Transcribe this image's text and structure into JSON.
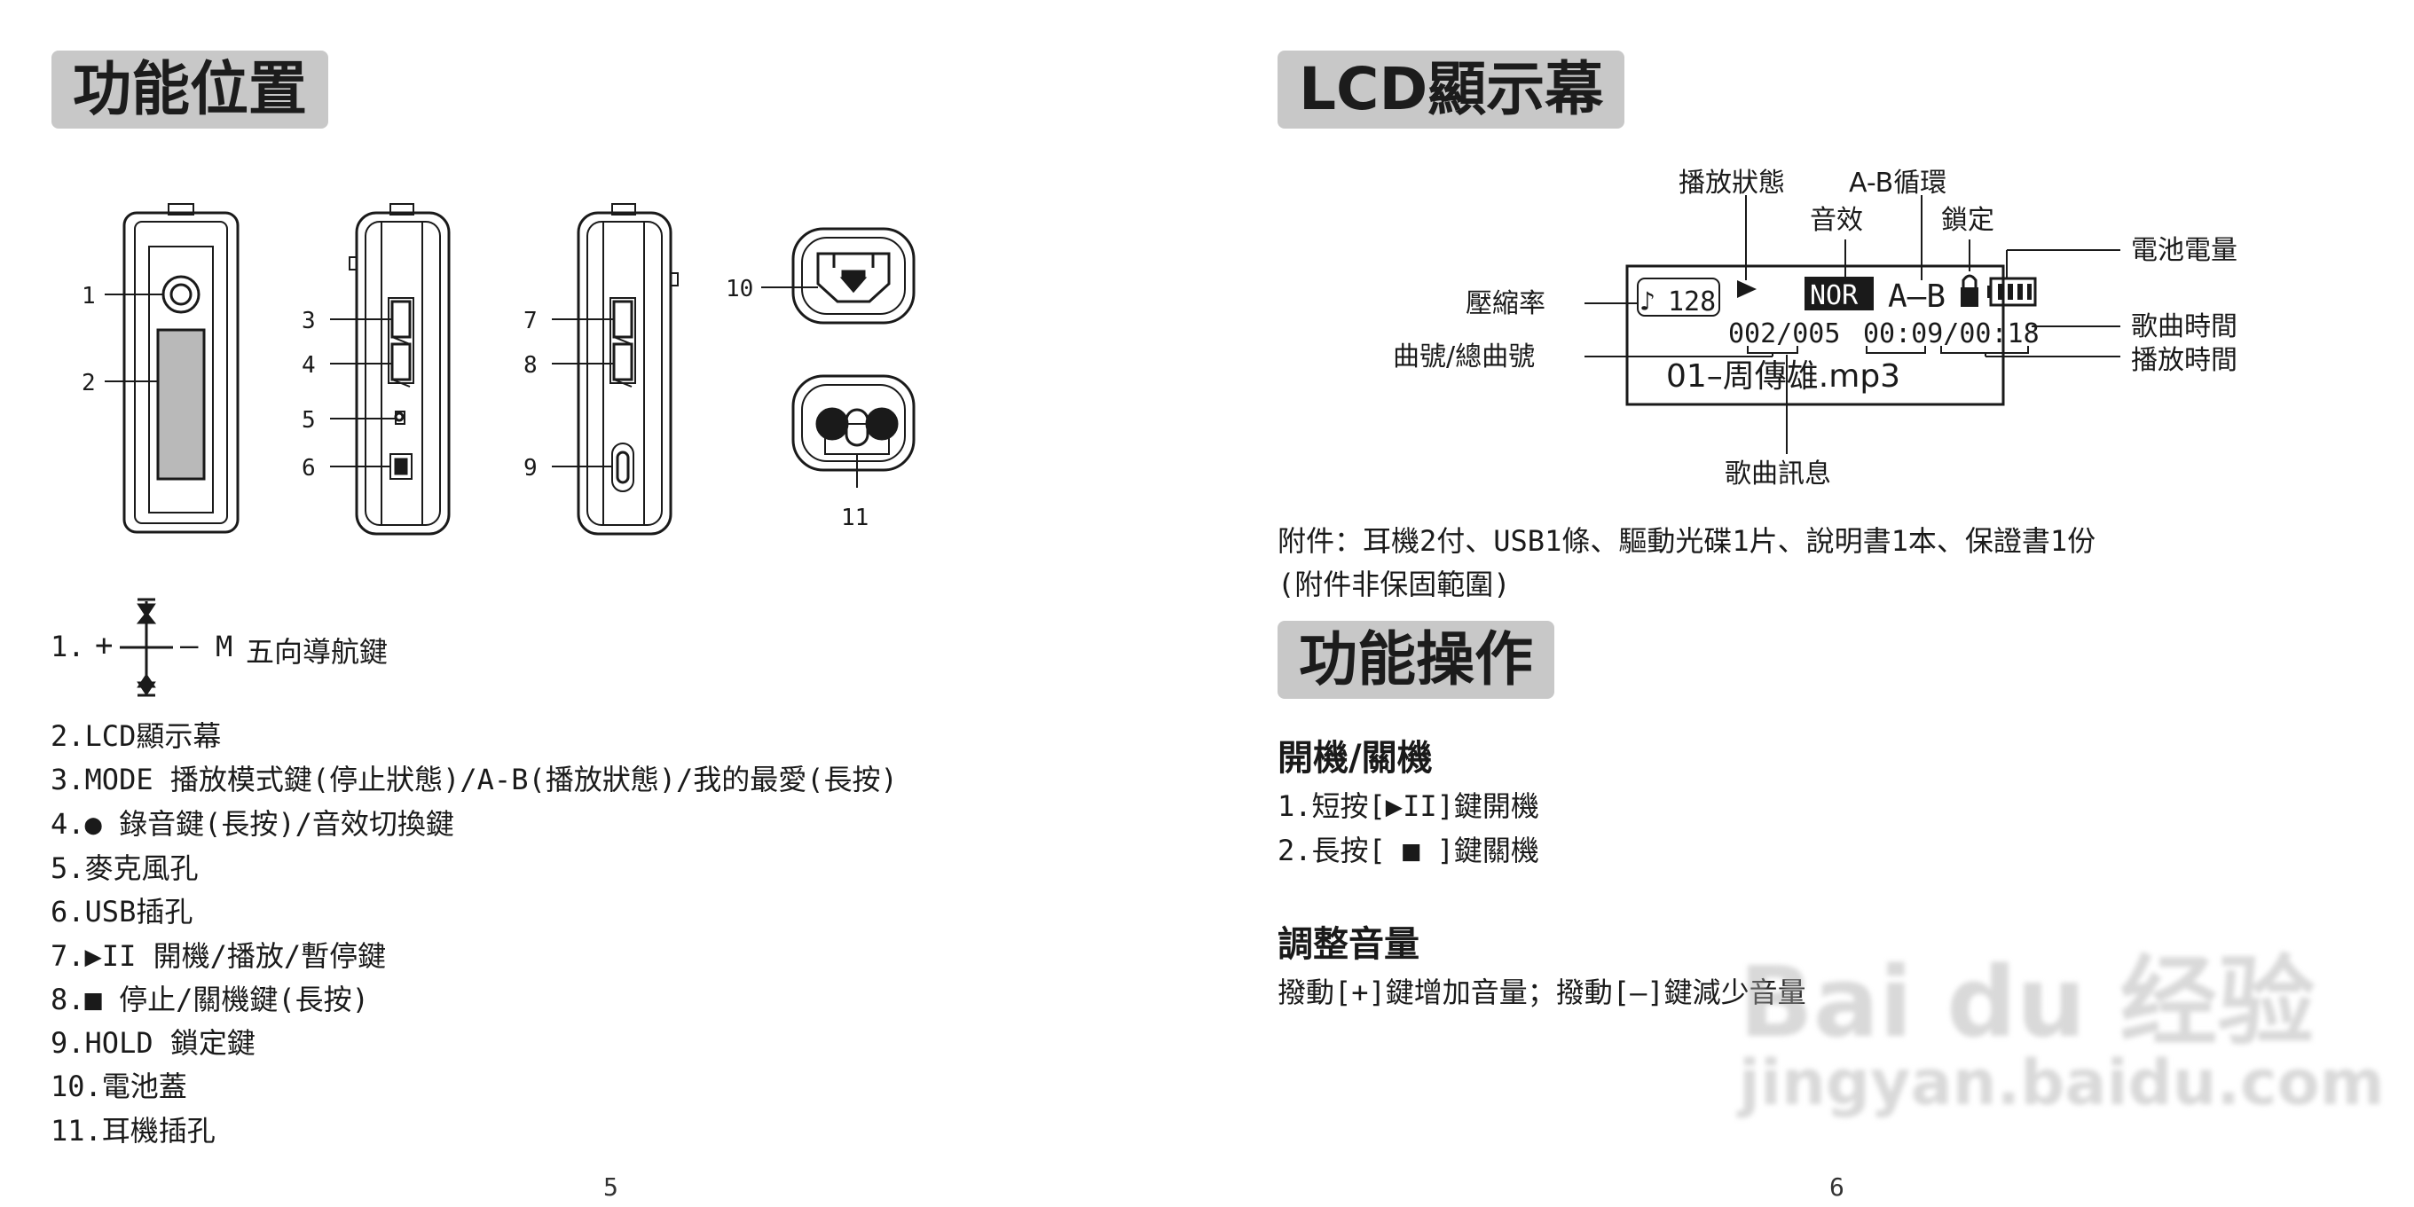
{
  "left_page": {
    "heading": "功能位置",
    "diagram_numbers": [
      "1",
      "2",
      "3",
      "4",
      "5",
      "6",
      "7",
      "8",
      "9",
      "10",
      "11"
    ],
    "nav_key": {
      "prefix": "1.",
      "plus": "+",
      "minus": "–",
      "m": "M",
      "label": "五向導航鍵"
    },
    "legend": [
      "2.LCD顯示幕",
      "3.MODE  播放模式鍵(停止狀態)/A-B(播放狀態)/我的最愛(長按)",
      "4.● 錄音鍵(長按)/音效切換鍵",
      "5.麥克風孔",
      "6.USB插孔",
      "7.▶II 開機/播放/暫停鍵",
      "8.■ 停止/關機鍵(長按)",
      "9.HOLD 鎖定鍵",
      "10.電池蓋",
      "11.耳機插孔"
    ],
    "page_number": "5"
  },
  "right_page": {
    "heading": "LCD顯示幕",
    "lcd": {
      "labels": {
        "play_state": "播放狀態",
        "sound_effect": "音效",
        "ab_loop": "A-B循環",
        "lock": "鎖定",
        "battery": "電池電量",
        "compression": "壓縮率",
        "track_no": "曲號/總曲號",
        "song_time": "歌曲時間",
        "play_time": "播放時間",
        "song_info": "歌曲訊息"
      },
      "screen": {
        "bitrate": "128",
        "eq": "NOR",
        "ab": "A–B",
        "track": "002/005",
        "time": "00:09/00:18",
        "song": "01–周傳雄.mp3"
      }
    },
    "accessories": "附件：耳機2付、USB1條、驅動光碟1片、說明書1本、保證書1份",
    "accessories_note": "(附件非保固範圍)",
    "heading2": "功能操作",
    "power": {
      "title": "開機/關機",
      "step1": "1.短按[▶II]鍵開機",
      "step2": "2.長按[ ■ ]鍵關機"
    },
    "volume": {
      "title": "調整音量",
      "text": "撥動[+]鍵增加音量；撥動[–]鍵減少音量"
    },
    "watermark": {
      "line1": "Bai du 经验",
      "line2": "jingyan.baidu.com"
    },
    "page_number": "6"
  }
}
